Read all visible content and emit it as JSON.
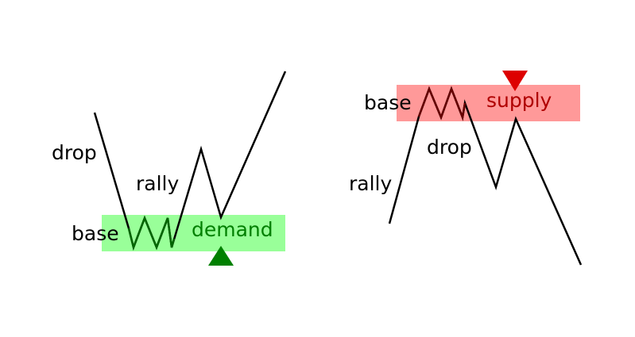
{
  "colors": {
    "background": "#ffffff",
    "line": "#000000",
    "demand_zone": "#99ff99",
    "demand_text": "#007f00",
    "demand_marker": "#008000",
    "supply_zone": "#ff9999",
    "supply_text": "#b00000",
    "supply_marker": "#dd0000",
    "label_text": "#000000"
  },
  "demand": {
    "labels": {
      "drop": "drop",
      "rally": "rally",
      "base": "base",
      "zone": "demand"
    },
    "marker_icon": "up-triangle-icon"
  },
  "supply": {
    "labels": {
      "drop": "drop",
      "rally": "rally",
      "base": "base",
      "zone": "supply"
    },
    "marker_icon": "down-triangle-icon"
  }
}
